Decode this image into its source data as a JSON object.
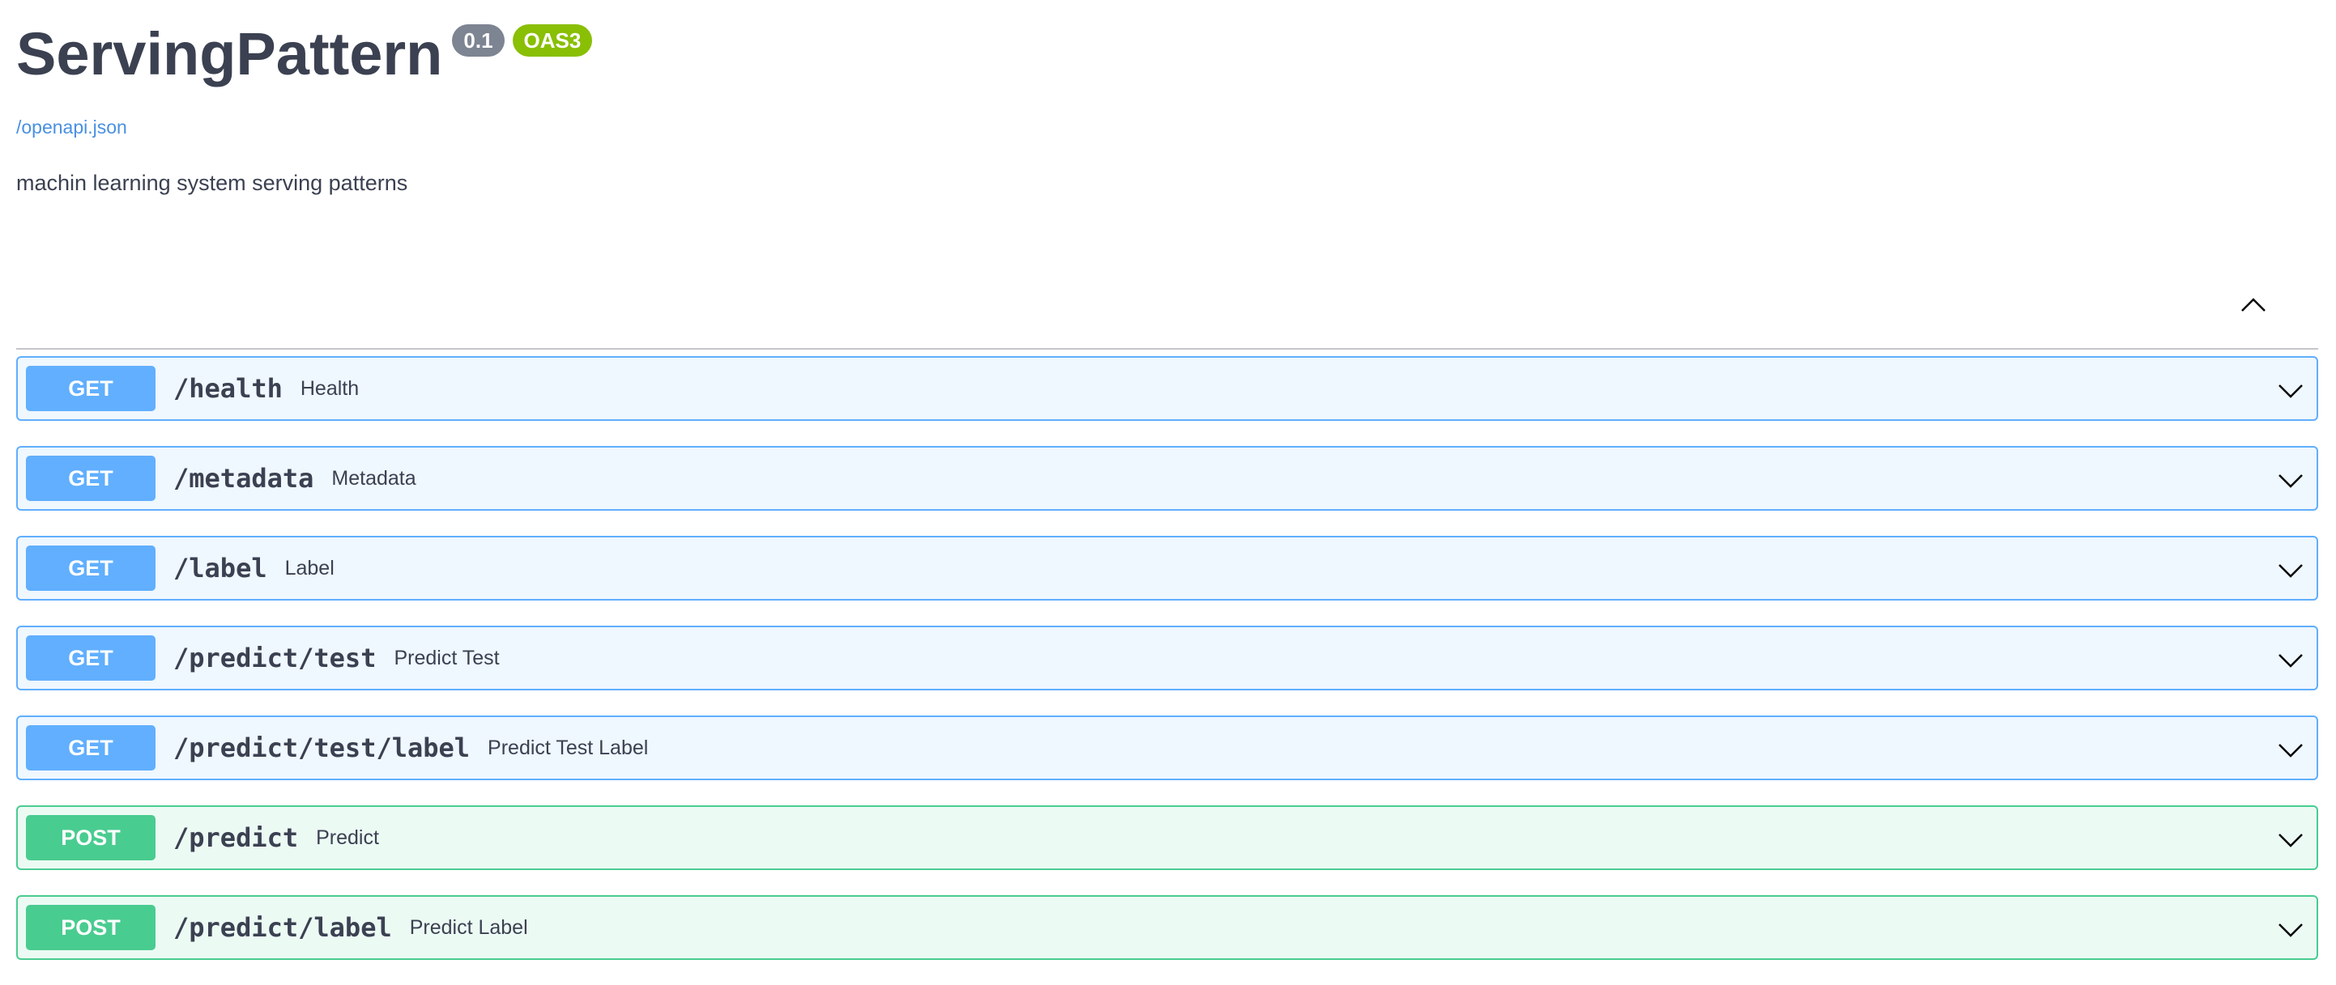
{
  "info": {
    "title": "ServingPattern",
    "version": "0.1",
    "oas_badge": "OAS3",
    "spec_link": "/openapi.json",
    "description": "machin learning system serving patterns"
  },
  "colors": {
    "get": "#61affe",
    "post": "#49cc90",
    "version_badge": "#7d8492",
    "oas_badge": "#89bf04",
    "link": "#4990e2",
    "text": "#3b4151"
  },
  "operations": [
    {
      "method": "GET",
      "path": "/health",
      "summary": "Health"
    },
    {
      "method": "GET",
      "path": "/metadata",
      "summary": "Metadata"
    },
    {
      "method": "GET",
      "path": "/label",
      "summary": "Label"
    },
    {
      "method": "GET",
      "path": "/predict/test",
      "summary": "Predict Test"
    },
    {
      "method": "GET",
      "path": "/predict/test/label",
      "summary": "Predict Test Label"
    },
    {
      "method": "POST",
      "path": "/predict",
      "summary": "Predict"
    },
    {
      "method": "POST",
      "path": "/predict/label",
      "summary": "Predict Label"
    }
  ],
  "icons": {
    "section_toggle": "chevron-up-icon",
    "operation_toggle": "chevron-down-icon"
  }
}
